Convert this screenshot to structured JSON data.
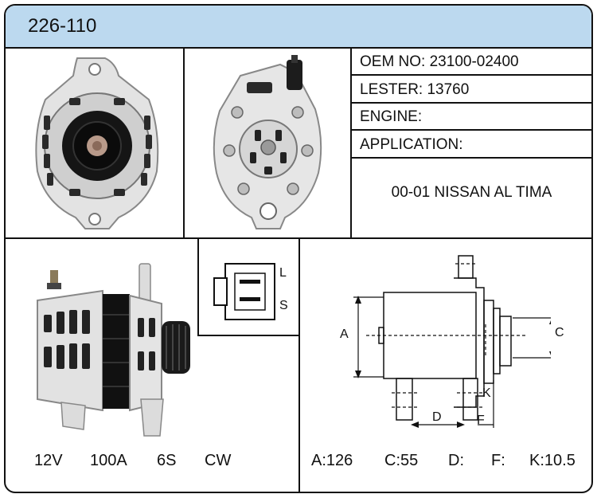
{
  "part_number": "226-110",
  "info": {
    "oem": "OEM NO: 23100-02400",
    "lester": "LESTER: 13760",
    "engine": "ENGINE:",
    "application": "APPLICATION:",
    "application_value": "00-01 NISSAN AL TIMA"
  },
  "specs": {
    "voltage": "12V",
    "amperage": "100A",
    "pulley": "6S",
    "rotation": "CW"
  },
  "dimensions": {
    "a": "A:126",
    "c": "C:55",
    "d": "D:",
    "f": "F:",
    "k": "K:10.5"
  },
  "connector": {
    "label_l": "L",
    "label_s": "S"
  },
  "drawing_labels": {
    "a": "A",
    "c": "C",
    "d": "D",
    "f": "F",
    "k": "K"
  },
  "colors": {
    "header_bg": "#bcd9ef",
    "border": "#111111"
  }
}
